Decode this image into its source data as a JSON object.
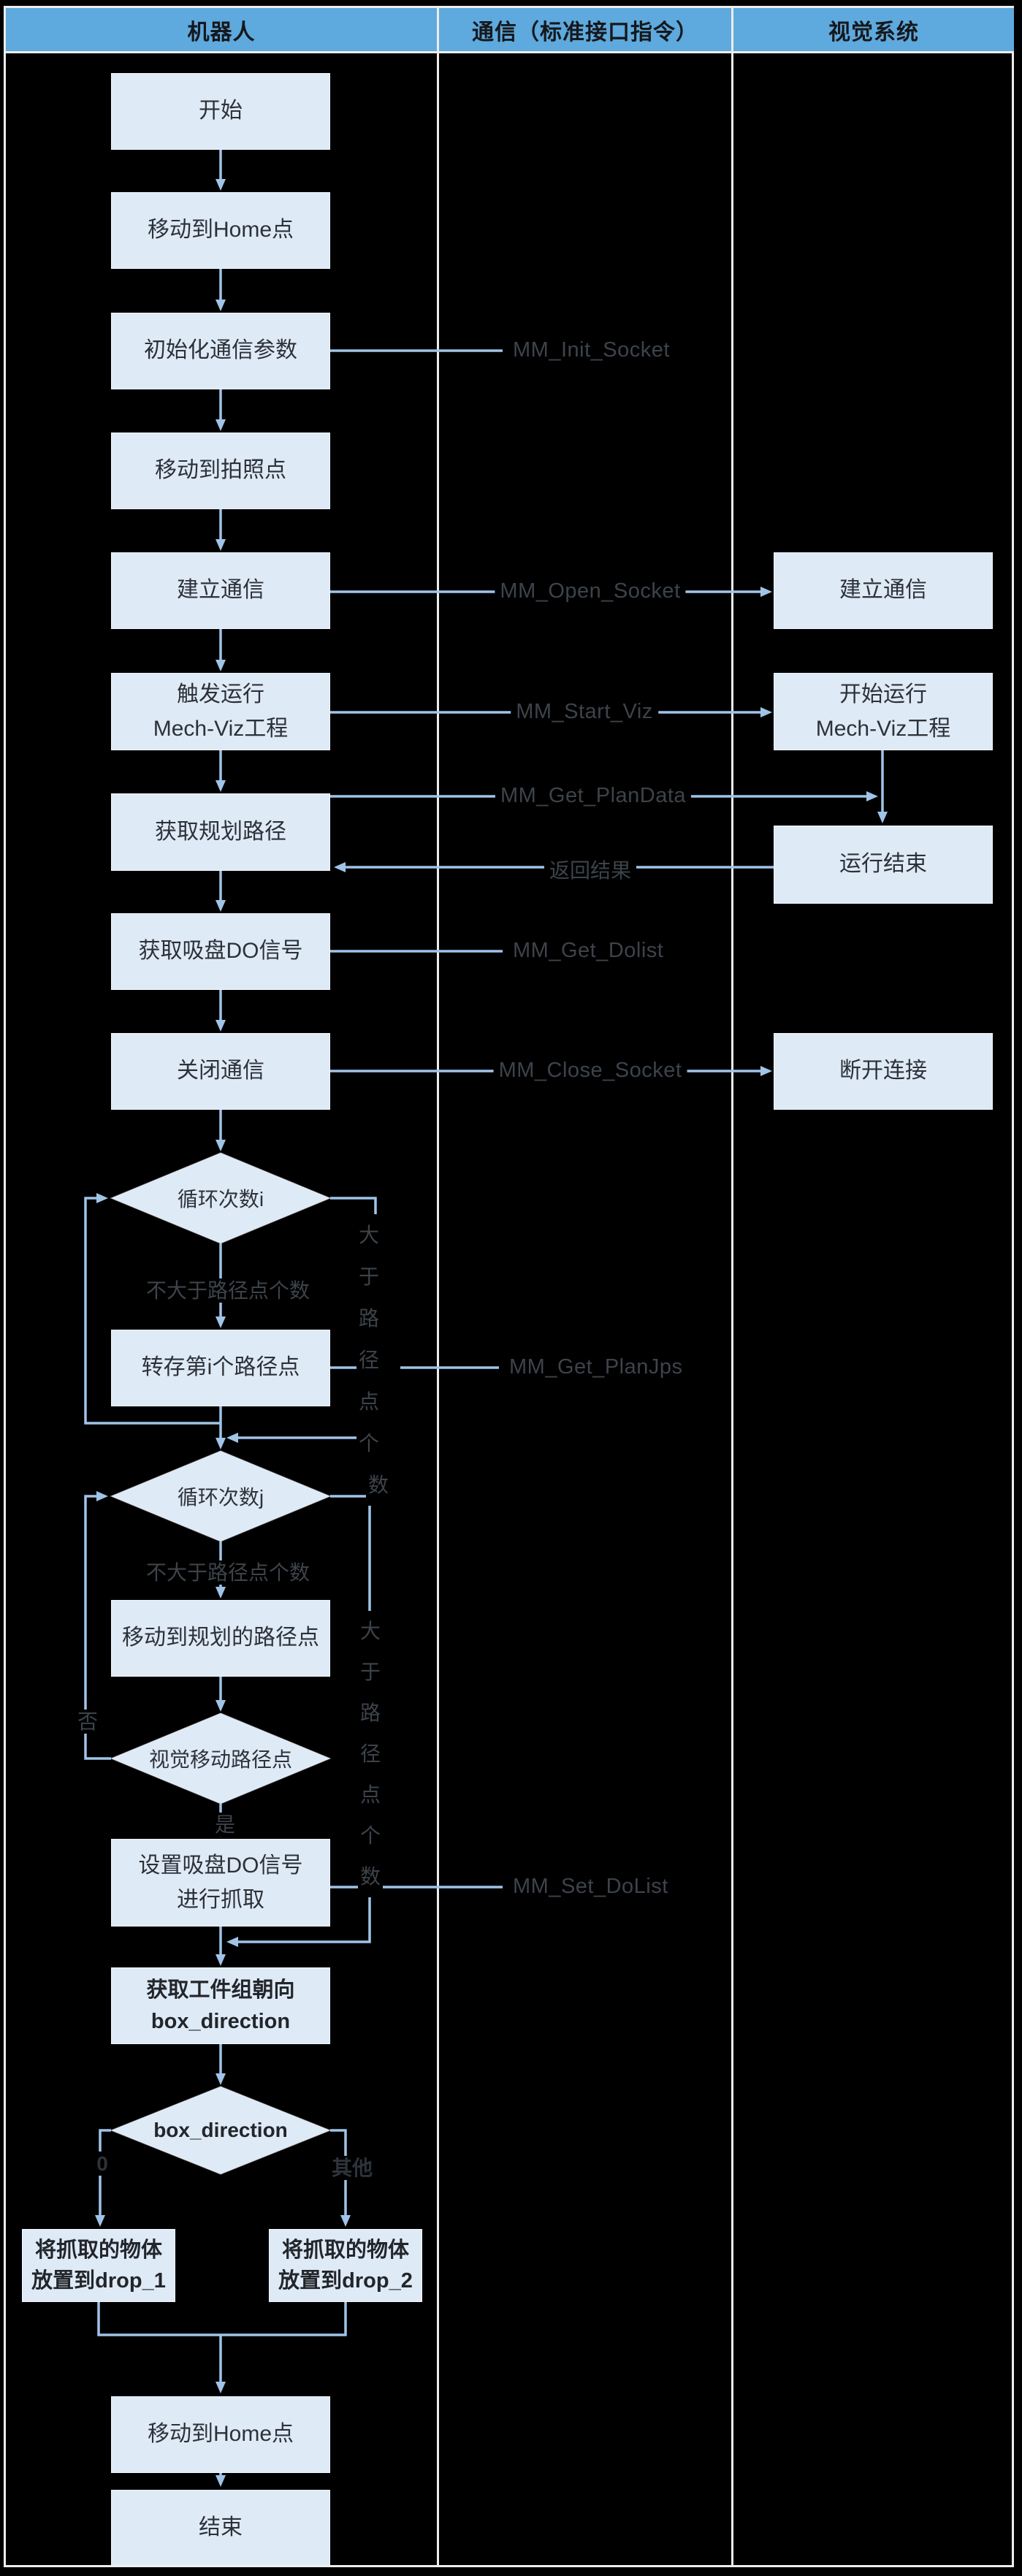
{
  "header": {
    "columns": [
      "机器人",
      "通信（标准接口指令）",
      "视觉系统"
    ]
  },
  "robot": {
    "start": "开始",
    "move_home_1": "移动到Home点",
    "init_comm": "初始化通信参数",
    "move_photo": "移动到拍照点",
    "open_comm": "建立通信",
    "trigger_viz_l1": "触发运行",
    "trigger_viz_l2": "Mech-Viz工程",
    "get_path": "获取规划路径",
    "get_do": "获取吸盘DO信号",
    "close_comm": "关闭通信",
    "loop_i": "循环次数i",
    "save_point": "转存第i个路径点",
    "loop_j": "循环次数j",
    "move_planned": "移动到规划的路径点",
    "vision_move": "视觉移动路径点",
    "set_do_l1": "设置吸盘DO信号",
    "set_do_l2": "进行抓取",
    "get_orient_l1": "获取工件组朝向",
    "get_orient_l2": "box_direction",
    "branch_diamond": "box_direction",
    "drop1_l1": "将抓取的物体",
    "drop1_l2": "放置到drop_1",
    "drop2_l1": "将抓取的物体",
    "drop2_l2": "放置到drop_2",
    "move_home_2": "移动到Home点",
    "end": "结束"
  },
  "vision": {
    "open_comm": "建立通信",
    "start_viz_l1": "开始运行",
    "start_viz_l2": "Mech-Viz工程",
    "run_end": "运行结束",
    "disconnect": "断开连接"
  },
  "comm": {
    "init": "MM_Init_Socket",
    "open": "MM_Open_Socket",
    "start_viz": "MM_Start_Viz",
    "get_plandata": "MM_Get_PlanData",
    "return_result": "返回结果",
    "get_dolist": "MM_Get_Dolist",
    "close": "MM_Close_Socket",
    "get_planjps": "MM_Get_PlanJps",
    "set_dolist": "MM_Set_DoList"
  },
  "labels": {
    "not_greater_i": "不大于路径点个数",
    "greater_i": [
      "大于",
      "路径",
      "点个",
      "数"
    ],
    "not_greater_j": "不大于路径点个数",
    "greater_j": [
      "大",
      "于",
      "路",
      "径",
      "点",
      "个",
      "数"
    ],
    "no": "否",
    "yes": "是",
    "zero": "0",
    "other": "其他"
  },
  "colors": {
    "background": "#000000",
    "header_bg": "#5ea9dd",
    "node_bg": "#dfeaf7",
    "arrow": "#a0c4e8",
    "divider": "#ececec",
    "label_text": "#3d434a",
    "node_text": "#2c3138"
  }
}
